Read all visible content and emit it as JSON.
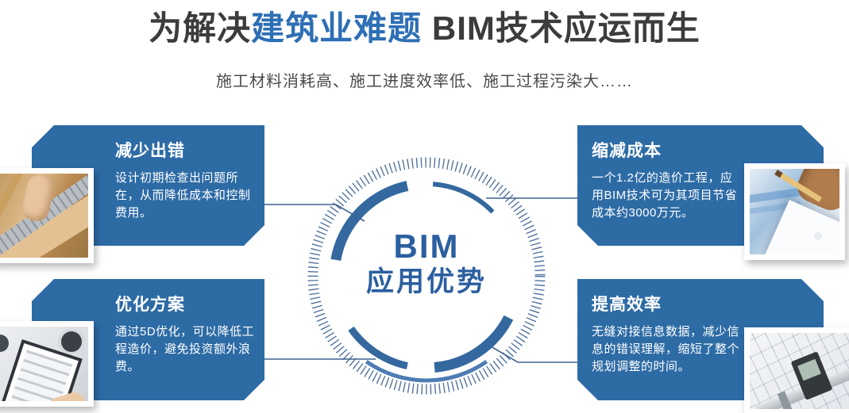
{
  "header": {
    "title_prefix": "为解决",
    "title_highlight": "建筑业难题",
    "title_suffix": " BIM技术应运而生",
    "subtitle": "施工材料消耗高、施工进度效率低、施工过程污染大……"
  },
  "center_badge": {
    "line1": "BIM",
    "line2": "应用优势"
  },
  "cards": [
    {
      "position": "top-left",
      "title": "减少出错",
      "body": "设计初期检查出问题所在，从而降低成本和控制费用。",
      "photo": "hands-measuring-wood-with-ruler"
    },
    {
      "position": "bottom-left",
      "title": "优化方案",
      "body": "通过5D优化，可以降低工程造价，避免投资额外浪费。",
      "photo": "hands-reviewing-tablet-documents"
    },
    {
      "position": "top-right",
      "title": "缩减成本",
      "body": "一个1.2亿的造价工程，应用BIM技术可为其项目节省成本约3000万元。",
      "photo": "hand-with-pencil-over-blueprints"
    },
    {
      "position": "bottom-right",
      "title": "提高效率",
      "body": "无缝对接信息数据，减少信息的错误理解，缩短了整个规划调整的时间。",
      "photo": "digital-caliper-on-technical-drawings"
    }
  ],
  "colors": {
    "card_blue": "#2d6ba5",
    "title_highlight_blue": "#2e6fb5",
    "badge_text_blue": "#2b5fa0",
    "arc_blue": "#35689f",
    "tick_ring_blue": "#52749e",
    "heading_dark": "#3c3c3c",
    "subtitle_gray": "#4a4a4a"
  }
}
